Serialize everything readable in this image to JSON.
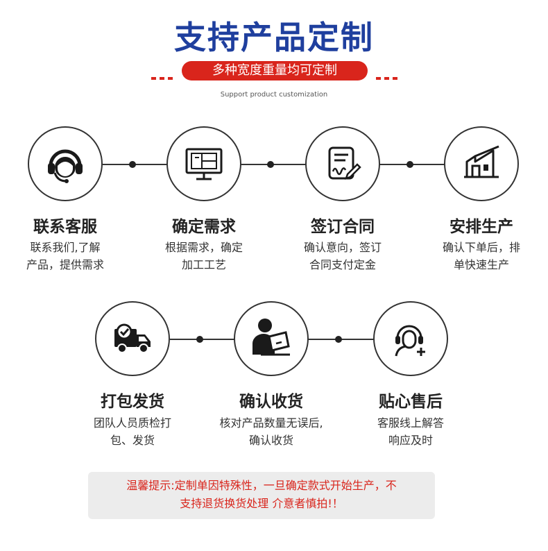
{
  "header": {
    "title": "支持产品定制",
    "pill": "多种宽度重量均可定制",
    "subtitle": "Support product customization"
  },
  "steps": [
    {
      "title": "联系客服",
      "desc1": "联系我们,了解",
      "desc2": "产品，提供需求",
      "icon": "headset-agent-icon"
    },
    {
      "title": "确定需求",
      "desc1": "根据需求，确定",
      "desc2": "加工工艺",
      "icon": "monitor-blueprint-icon"
    },
    {
      "title": "签订合同",
      "desc1": "确认意向，签订",
      "desc2": "合同支付定金",
      "icon": "contract-sign-icon"
    },
    {
      "title": "安排生产",
      "desc1": "确认下单后，排",
      "desc2": "单快速生产",
      "icon": "factory-icon"
    },
    {
      "title": "打包发货",
      "desc1": "团队人员质检打",
      "desc2": "包、发货",
      "icon": "delivery-truck-icon"
    },
    {
      "title": "确认收货",
      "desc1": "核对产品数量无误后,",
      "desc2": "确认收货",
      "icon": "person-signing-icon"
    },
    {
      "title": "贴心售后",
      "desc1": "客服线上解答",
      "desc2": "响应及时",
      "icon": "support-plus-icon"
    }
  ],
  "notice": {
    "line1": "温馨提示:定制单因特殊性，一旦确定款式开始生产，不",
    "line2": "支持退货换货处理 介意者慎拍!！"
  },
  "colors": {
    "brand_blue": "#1f3f9e",
    "accent_red": "#d9251c"
  }
}
